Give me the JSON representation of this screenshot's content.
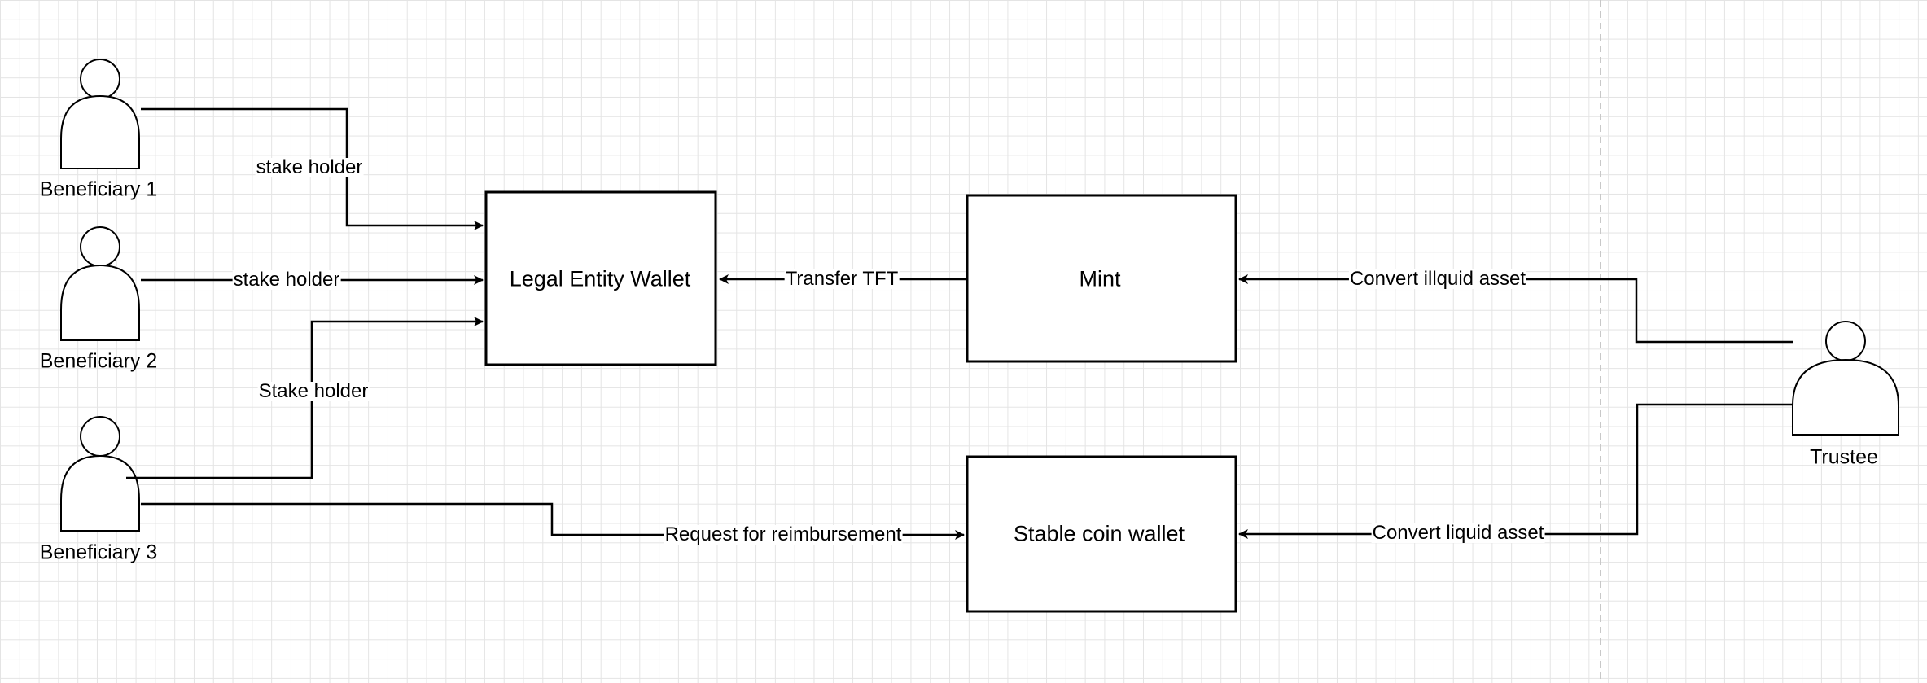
{
  "actors": {
    "beneficiary_1": "Beneficiary 1",
    "beneficiary_2": "Beneficiary 2",
    "beneficiary_3": "Beneficiary 3",
    "trustee": "Trustee"
  },
  "boxes": {
    "legal_entity_wallet": "Legal Entity Wallet",
    "mint": "Mint",
    "stable_coin_wallet": "Stable coin wallet"
  },
  "edges": {
    "b1_stake": "stake holder",
    "b2_stake": "stake holder",
    "b3_stake": "Stake holder",
    "transfer_tft": "Transfer TFT",
    "convert_illiquid": "Convert illquid asset",
    "request_reimbursement": "Request for reimbursement",
    "convert_liquid": "Convert liquid asset"
  },
  "colors": {
    "stroke": "#000000",
    "grid": "#e4e4e4",
    "background": "#ffffff"
  }
}
